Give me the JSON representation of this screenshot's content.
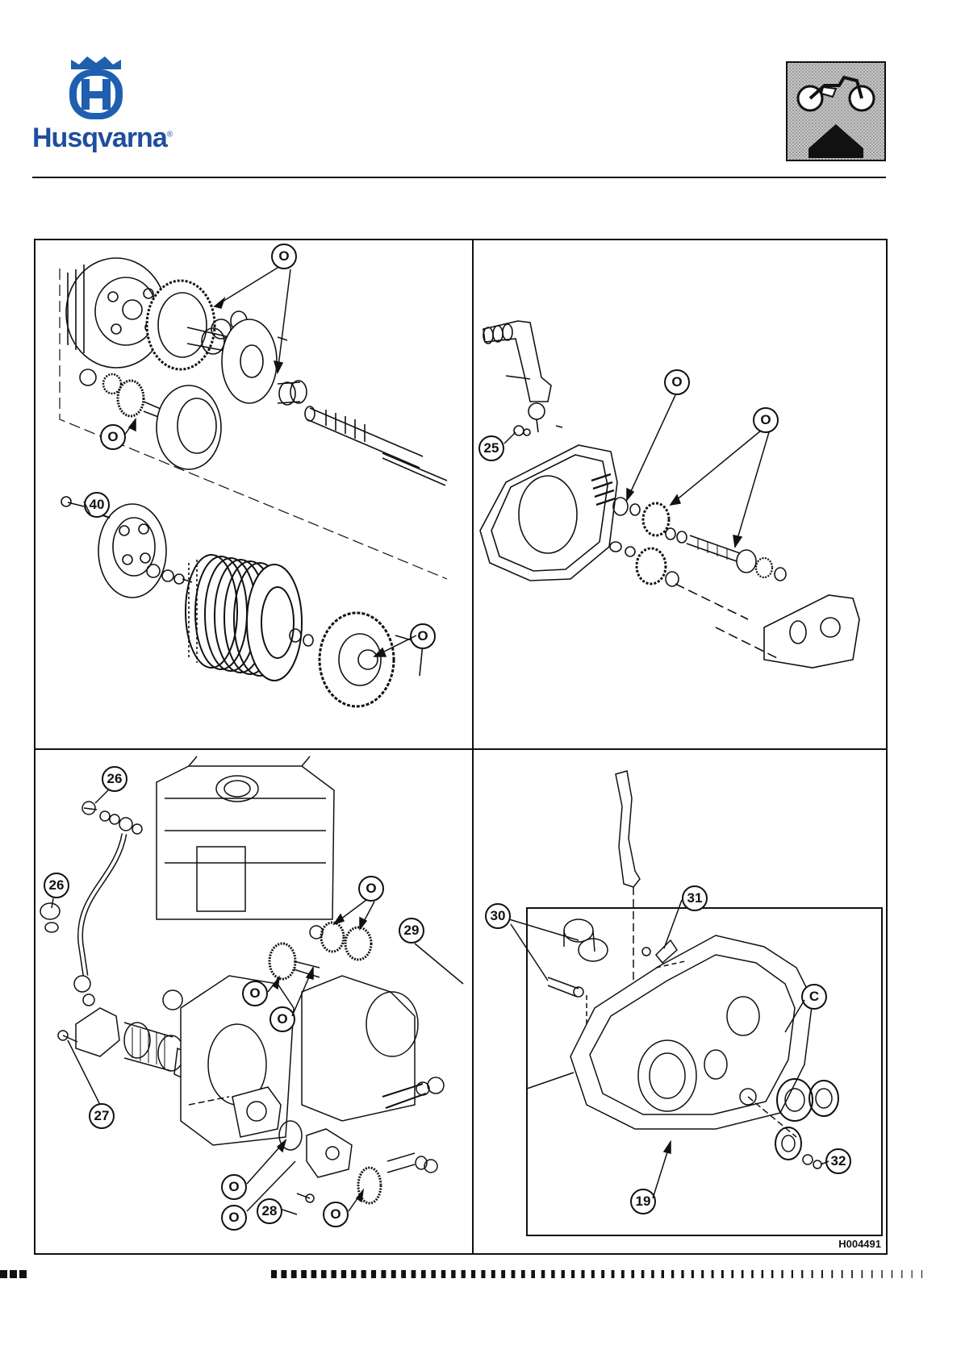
{
  "header": {
    "brand_name": "Husqvarna",
    "brand_color": "#1f5fb0",
    "section_icon": "motorcycle-up-arrow-icon"
  },
  "panels": {
    "top_left": {
      "callouts": [
        "O",
        "O",
        "O",
        "40"
      ]
    },
    "top_right": {
      "callouts": [
        "O",
        "O",
        "25"
      ]
    },
    "bottom_left": {
      "callouts": [
        "26",
        "26",
        "27",
        "O",
        "O",
        "O",
        "29",
        "O",
        "O",
        "28",
        "O"
      ]
    },
    "bottom_right": {
      "callouts": [
        "30",
        "31",
        "C",
        "32",
        "19"
      ]
    }
  },
  "figure": {
    "ref_code": "H004491"
  }
}
